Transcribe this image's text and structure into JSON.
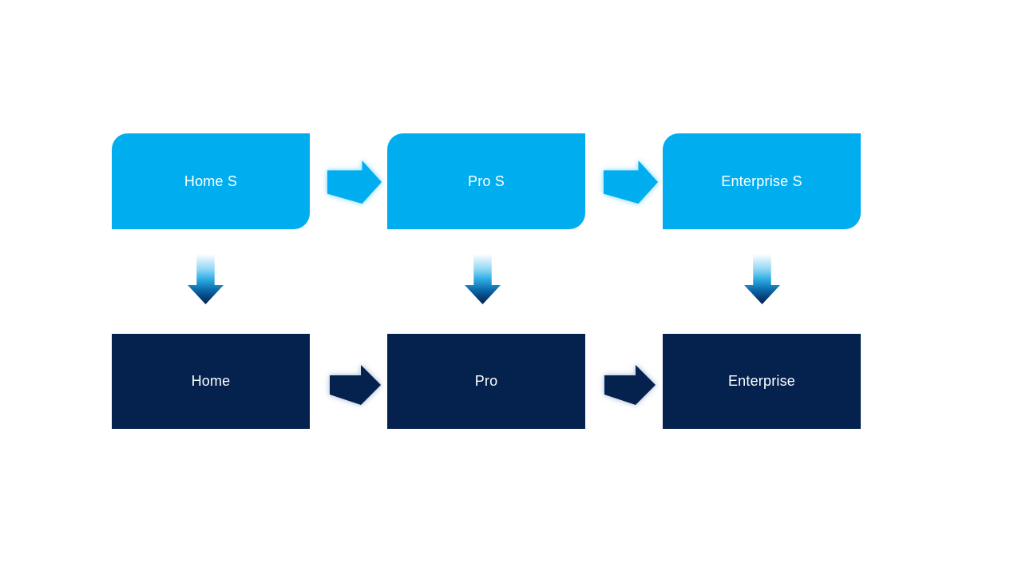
{
  "canvas": {
    "background": "#ffffff"
  },
  "colors": {
    "tier_s_fill": "#00AEEF",
    "tier_fill": "#05224F",
    "label_text": "#FFFFFF",
    "light_arrow_fill": "#00AEEF",
    "light_arrow_glow": "#9ADFF9",
    "dark_arrow_fill": "#05224F",
    "dark_arrow_glow": "#C2CDDE",
    "down_arrow_gradient_top": "#FFFFFF",
    "down_arrow_gradient_bottom": "#03214C"
  },
  "icons": {
    "right_arrow": "block-right-arrow",
    "down_arrow": "block-down-arrow-gradient"
  },
  "diagram": {
    "top_row": [
      {
        "label": "Home S"
      },
      {
        "label": "Pro S"
      },
      {
        "label": "Enterprise S"
      }
    ],
    "bottom_row": [
      {
        "label": "Home"
      },
      {
        "label": "Pro"
      },
      {
        "label": "Enterprise"
      }
    ]
  }
}
